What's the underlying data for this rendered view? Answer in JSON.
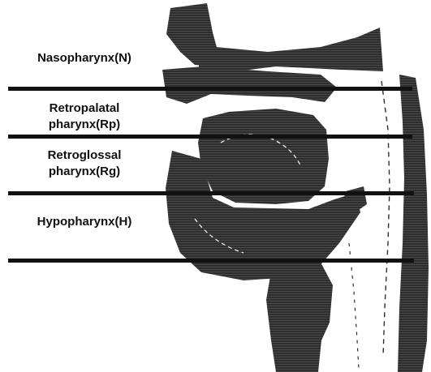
{
  "diagram": {
    "regions": [
      {
        "id": "nasopharynx",
        "lines": [
          "Nasopharynx(N)"
        ]
      },
      {
        "id": "retropalatal",
        "lines": [
          "Retropalatal",
          "pharynx(Rp)"
        ]
      },
      {
        "id": "retroglossal",
        "lines": [
          "Retroglossal",
          "pharynx(Rg)"
        ]
      },
      {
        "id": "hypopharynx",
        "lines": [
          "Hypopharynx(H)"
        ]
      }
    ],
    "colors": {
      "tissue": "#2e2e2e",
      "line": "#111111",
      "background": "#ffffff"
    }
  }
}
